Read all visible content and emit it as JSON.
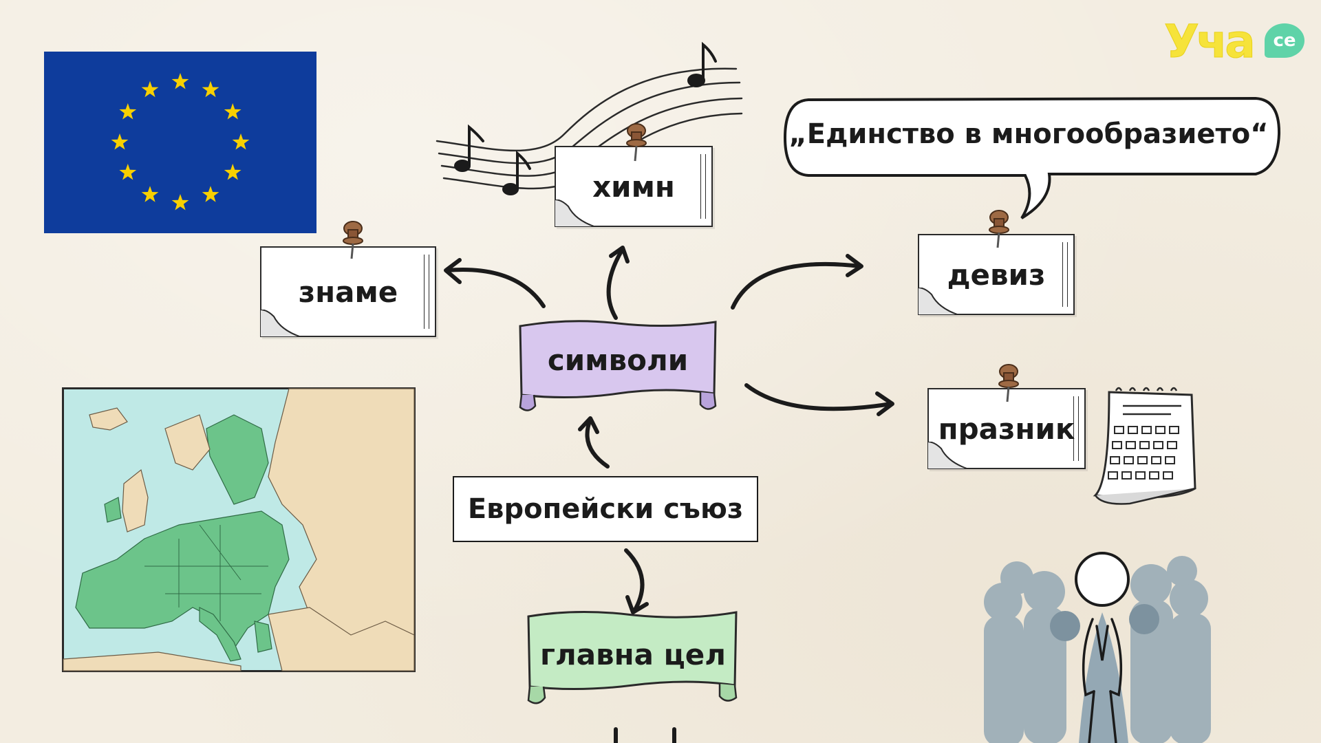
{
  "diagram": {
    "center_label": "символи",
    "root_label": "Европейски съюз",
    "goal_label": "главна цел",
    "branches": {
      "flag": "знаме",
      "anthem": "химн",
      "motto": "девиз",
      "holiday": "празник"
    },
    "motto_quote": "„Единство в многообразието“"
  },
  "logo": {
    "main": "Уча",
    "suffix": "се"
  },
  "colors": {
    "background": "#f3ede1",
    "flag_blue": "#0e3c9c",
    "flag_star": "#f7d000",
    "center_banner": "#d8c7ee",
    "goal_banner": "#c4ebc4",
    "map_sea": "#bfe9e6",
    "map_eu": "#6cc48a",
    "map_land": "#efdcb8",
    "logo_yellow": "#f6e33a",
    "logo_green": "#5fd3a8",
    "crowd": "#94a8b4"
  },
  "icons": [
    "eu-flag",
    "music-notes-icon",
    "speech-bubble-icon",
    "calendar-icon",
    "europe-map",
    "crowd-figure",
    "push-pin-icon"
  ]
}
